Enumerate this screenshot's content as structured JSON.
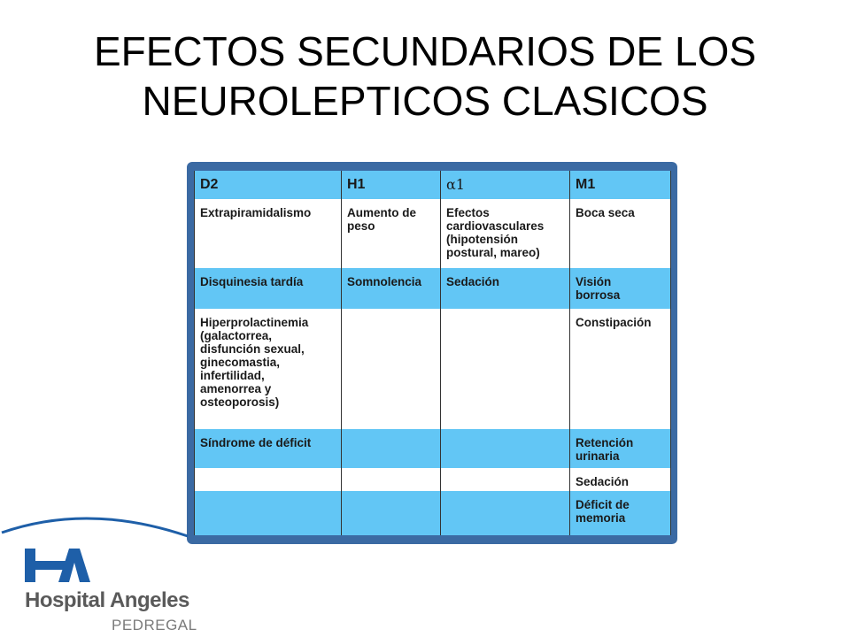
{
  "title": {
    "line1": "EFECTOS SECUNDARIOS DE LOS",
    "line2": "NEUROLEPTICOS CLASICOS"
  },
  "table": {
    "headers": [
      "D2",
      "H1",
      "α1",
      "M1"
    ],
    "rows": [
      [
        "Extrapiramidalismo",
        "Aumento de\npeso",
        "Efectos\ncardiovasculares\n(hipotensión\npostural, mareo)",
        "Boca seca"
      ],
      [
        "Disquinesia tardía",
        "Somnolencia",
        "Sedación",
        "Visión\nborrosa"
      ],
      [
        "Hiperprolactinemia\n(galactorrea,\ndisfunción sexual,\nginecomastia,\ninfertilidad,\namenorrea y\nosteoporosis)",
        "",
        "",
        "Constipación"
      ],
      [
        "Síndrome de déficit",
        "",
        "",
        "Retención\nurinaria"
      ],
      [
        "",
        "",
        "",
        "Sedación"
      ],
      [
        "",
        "",
        "",
        "Déficit de\nmemoria"
      ]
    ]
  },
  "logo": {
    "name": "Hospital Angeles",
    "location": "PEDREGAL",
    "colors": {
      "blue": "#1e5fa8",
      "gray": "#5a5a5a"
    }
  },
  "colors": {
    "frame": "#3b6aa3",
    "row_blue": "#62c6f5",
    "row_white": "#ffffff"
  }
}
